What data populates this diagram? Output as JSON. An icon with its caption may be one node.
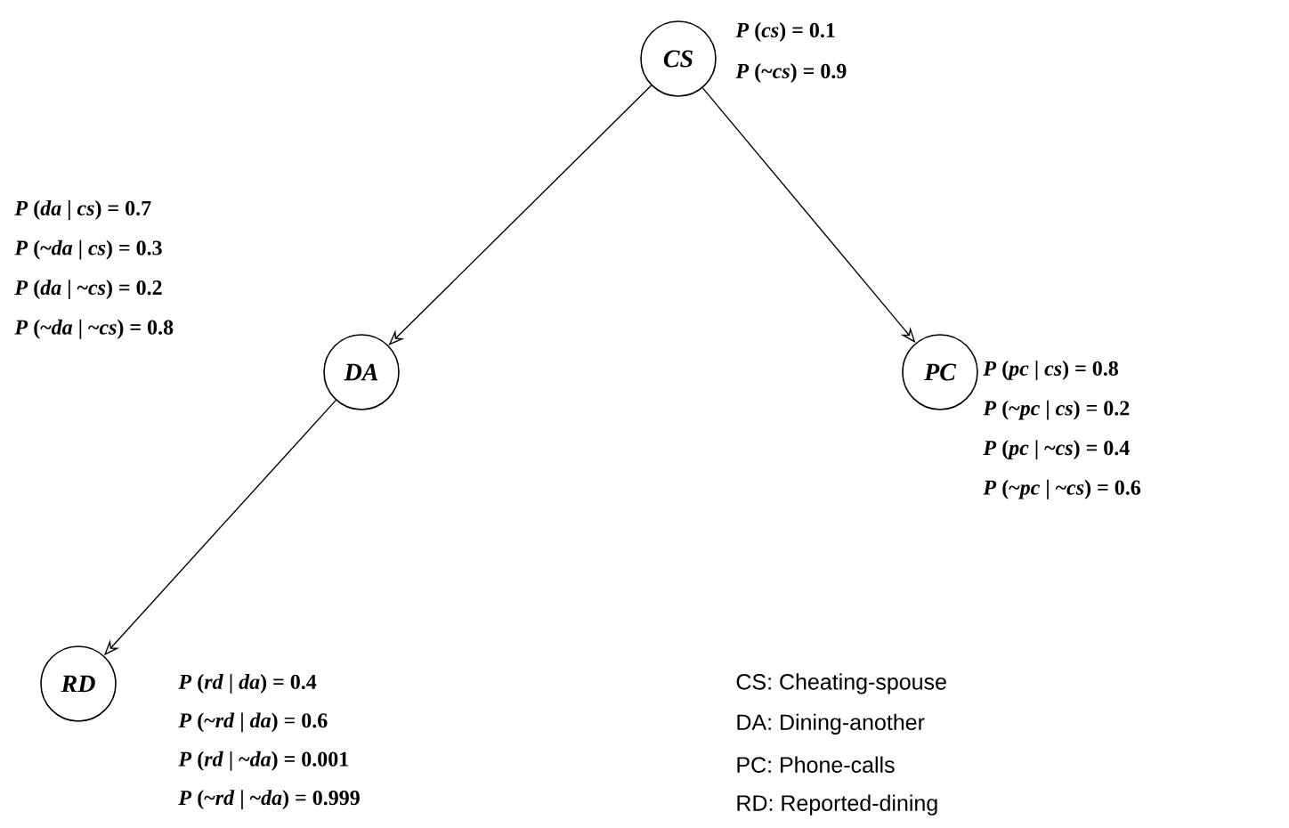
{
  "diagram": {
    "nodes": [
      {
        "text": [
          "CS"
        ],
        "beside": [
          "*P* (*cs*) = 0.1",
          "*P* (~*cs*) = 0.9"
        ]
      },
      {
        "text": [
          "DA"
        ],
        "beside": [
          "*P* (*da* | *cs*) = 0.7",
          "*P* (~*da* | *cs*) = 0.3",
          "*P* (*da* | ~*cs*) = 0.2",
          "*P* (~*da* | ~*cs*) = 0.8"
        ]
      },
      {
        "text": [
          "PC"
        ],
        "beside": [
          "*P* (*pc* | *cs*) = 0.8",
          "*P* (~*pc* | *cs*) = 0.2",
          "*P* (*pc* | ~*cs*) = 0.4",
          "*P* (~*pc* | ~*cs*) = 0.6"
        ]
      },
      {
        "text": [
          "RD"
        ],
        "beside": [
          "*P* (*rd* | *da*) = 0.4",
          "*P* (~*rd* | *da*) = 0.6",
          "*P* (*rd* | ~*da*) = 0.001",
          "*P* (~*rd* | ~*da*) = 0.999"
        ]
      }
    ],
    "edges": [
      {
        "from": 0,
        "to": 1,
        "arrow": "to"
      },
      {
        "from": 0,
        "to": 2,
        "arrow": "to"
      },
      {
        "from": 1,
        "to": 3,
        "arrow": "to"
      }
    ],
    "labels": [
      "CS: Cheating-spouse",
      "DA: Dining-another",
      "PC: Phone-calls",
      "RD: Reported-dining"
    ]
  }
}
